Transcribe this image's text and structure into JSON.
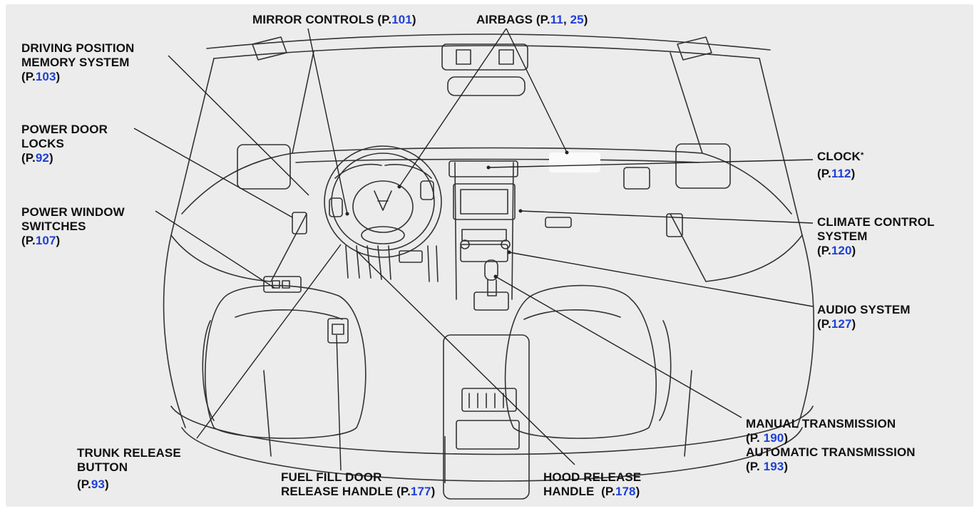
{
  "diagram": {
    "labels": {
      "mirror_controls": {
        "line1": "MIRROR CONTROLS",
        "ref_prefix": "(P.",
        "page": "101",
        "ref_suffix": ")"
      },
      "airbags": {
        "line1": "AIRBAGS",
        "ref_prefix": "(P.",
        "page": "11",
        "sep": ", ",
        "page2": "25",
        "ref_suffix": ")"
      },
      "driving_position": {
        "line1": "DRIVING POSITION",
        "line2": "MEMORY SYSTEM",
        "ref_prefix": "(P.",
        "page": "103",
        "ref_suffix": ")"
      },
      "power_door_locks": {
        "line1": "POWER DOOR",
        "line2": "LOCKS",
        "ref_prefix": "(P.",
        "page": "92",
        "ref_suffix": ")"
      },
      "power_window": {
        "line1": "POWER WINDOW",
        "line2": "SWITCHES",
        "ref_prefix": "(P.",
        "page": "107",
        "ref_suffix": ")"
      },
      "clock": {
        "line1": "CLOCK",
        "asterisk": "*",
        "ref_prefix": "(P.",
        "page": "112",
        "ref_suffix": ")"
      },
      "climate_control": {
        "line1": "CLIMATE CONTROL",
        "line2": "SYSTEM",
        "ref_prefix": "(P.",
        "page": "120",
        "ref_suffix": ")"
      },
      "audio_system": {
        "line1": "AUDIO SYSTEM",
        "ref_prefix": "(P.",
        "page": "127",
        "ref_suffix": ")"
      },
      "manual_transmission": {
        "line1": "MANUAL TRANSMISSION",
        "ref_prefix": "(P. ",
        "page": "190",
        "ref_suffix": ")"
      },
      "automatic_transmission": {
        "line1": "AUTOMATIC TRANSMISSION",
        "ref_prefix": "(P. ",
        "page": "193",
        "ref_suffix": ")"
      },
      "trunk_release": {
        "line1": "TRUNK RELEASE",
        "line2": "BUTTON",
        "ref_prefix": "(P.",
        "page": "93",
        "ref_suffix": ")"
      },
      "fuel_fill": {
        "line1": "FUEL FILL DOOR",
        "line2": "RELEASE HANDLE",
        "ref_prefix": "(P.",
        "page": "177",
        "ref_suffix": ")"
      },
      "hood_release": {
        "line1": "HOOD RELEASE",
        "line2": "HANDLE",
        "ref_prefix": "(P.",
        "page": "178",
        "ref_suffix": ")"
      }
    },
    "colors": {
      "background": "#ececec",
      "page_ref": "#1f3fd6",
      "text": "#111111",
      "line": "#222222"
    }
  }
}
